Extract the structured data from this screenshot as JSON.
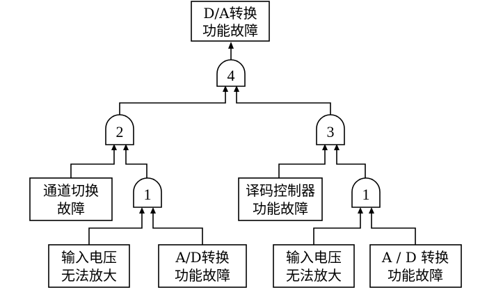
{
  "top_event": {
    "line1": "D/A转换",
    "line2": "功能故障"
  },
  "gates": {
    "g4": "4",
    "g2": "2",
    "g3": "3",
    "g1_left": "1",
    "g1_right": "1"
  },
  "events": {
    "channel_switch": {
      "line1": "通道切换",
      "line2": "故障"
    },
    "decode_control": {
      "line1": "译码控制器",
      "line2": "功能故障"
    },
    "input_voltage_left": {
      "line1": "输入电压",
      "line2": "无法放大"
    },
    "ad_convert_left": {
      "line1": "A/D转换",
      "line2": "功能故障"
    },
    "input_voltage_right": {
      "line1": "输入电压",
      "line2": "无法放大"
    },
    "ad_convert_right": {
      "line1": "A / D 转换",
      "line2": "功能故障"
    }
  }
}
